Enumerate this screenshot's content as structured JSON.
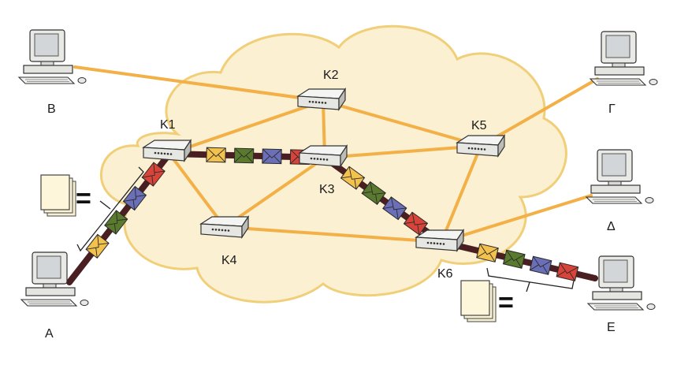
{
  "colors": {
    "background": "#ffffff",
    "cloud_fill": "#fbf0d2",
    "cloud_stroke": "#f0cf78",
    "link": "#f2b046",
    "path": "#4a1f22",
    "envelope_yellow": "#f2c14e",
    "envelope_green": "#5a7a2e",
    "envelope_blue": "#6a6fb8",
    "envelope_red": "#d9443a"
  },
  "routers": [
    {
      "id": "K1",
      "label": "K1"
    },
    {
      "id": "K2",
      "label": "K2"
    },
    {
      "id": "K3",
      "label": "K3"
    },
    {
      "id": "K4",
      "label": "K4"
    },
    {
      "id": "K5",
      "label": "K5"
    },
    {
      "id": "K6",
      "label": "K6"
    }
  ],
  "computers": [
    {
      "id": "A",
      "label": "A"
    },
    {
      "id": "B",
      "label": "B"
    },
    {
      "id": "G",
      "label": "Γ"
    },
    {
      "id": "D",
      "label": "Δ"
    },
    {
      "id": "E",
      "label": "E"
    }
  ],
  "links": [
    [
      "B",
      "K2"
    ],
    [
      "K1",
      "K2"
    ],
    [
      "K2",
      "K3"
    ],
    [
      "K2",
      "K5"
    ],
    [
      "K1",
      "K4"
    ],
    [
      "K4",
      "K3"
    ],
    [
      "K4",
      "K6"
    ],
    [
      "K3",
      "K5"
    ],
    [
      "K5",
      "K6"
    ],
    [
      "K5",
      "G"
    ],
    [
      "K6",
      "D"
    ]
  ],
  "route": [
    "A",
    "K1",
    "K3",
    "K6",
    "E"
  ],
  "message": {
    "equals": "="
  }
}
